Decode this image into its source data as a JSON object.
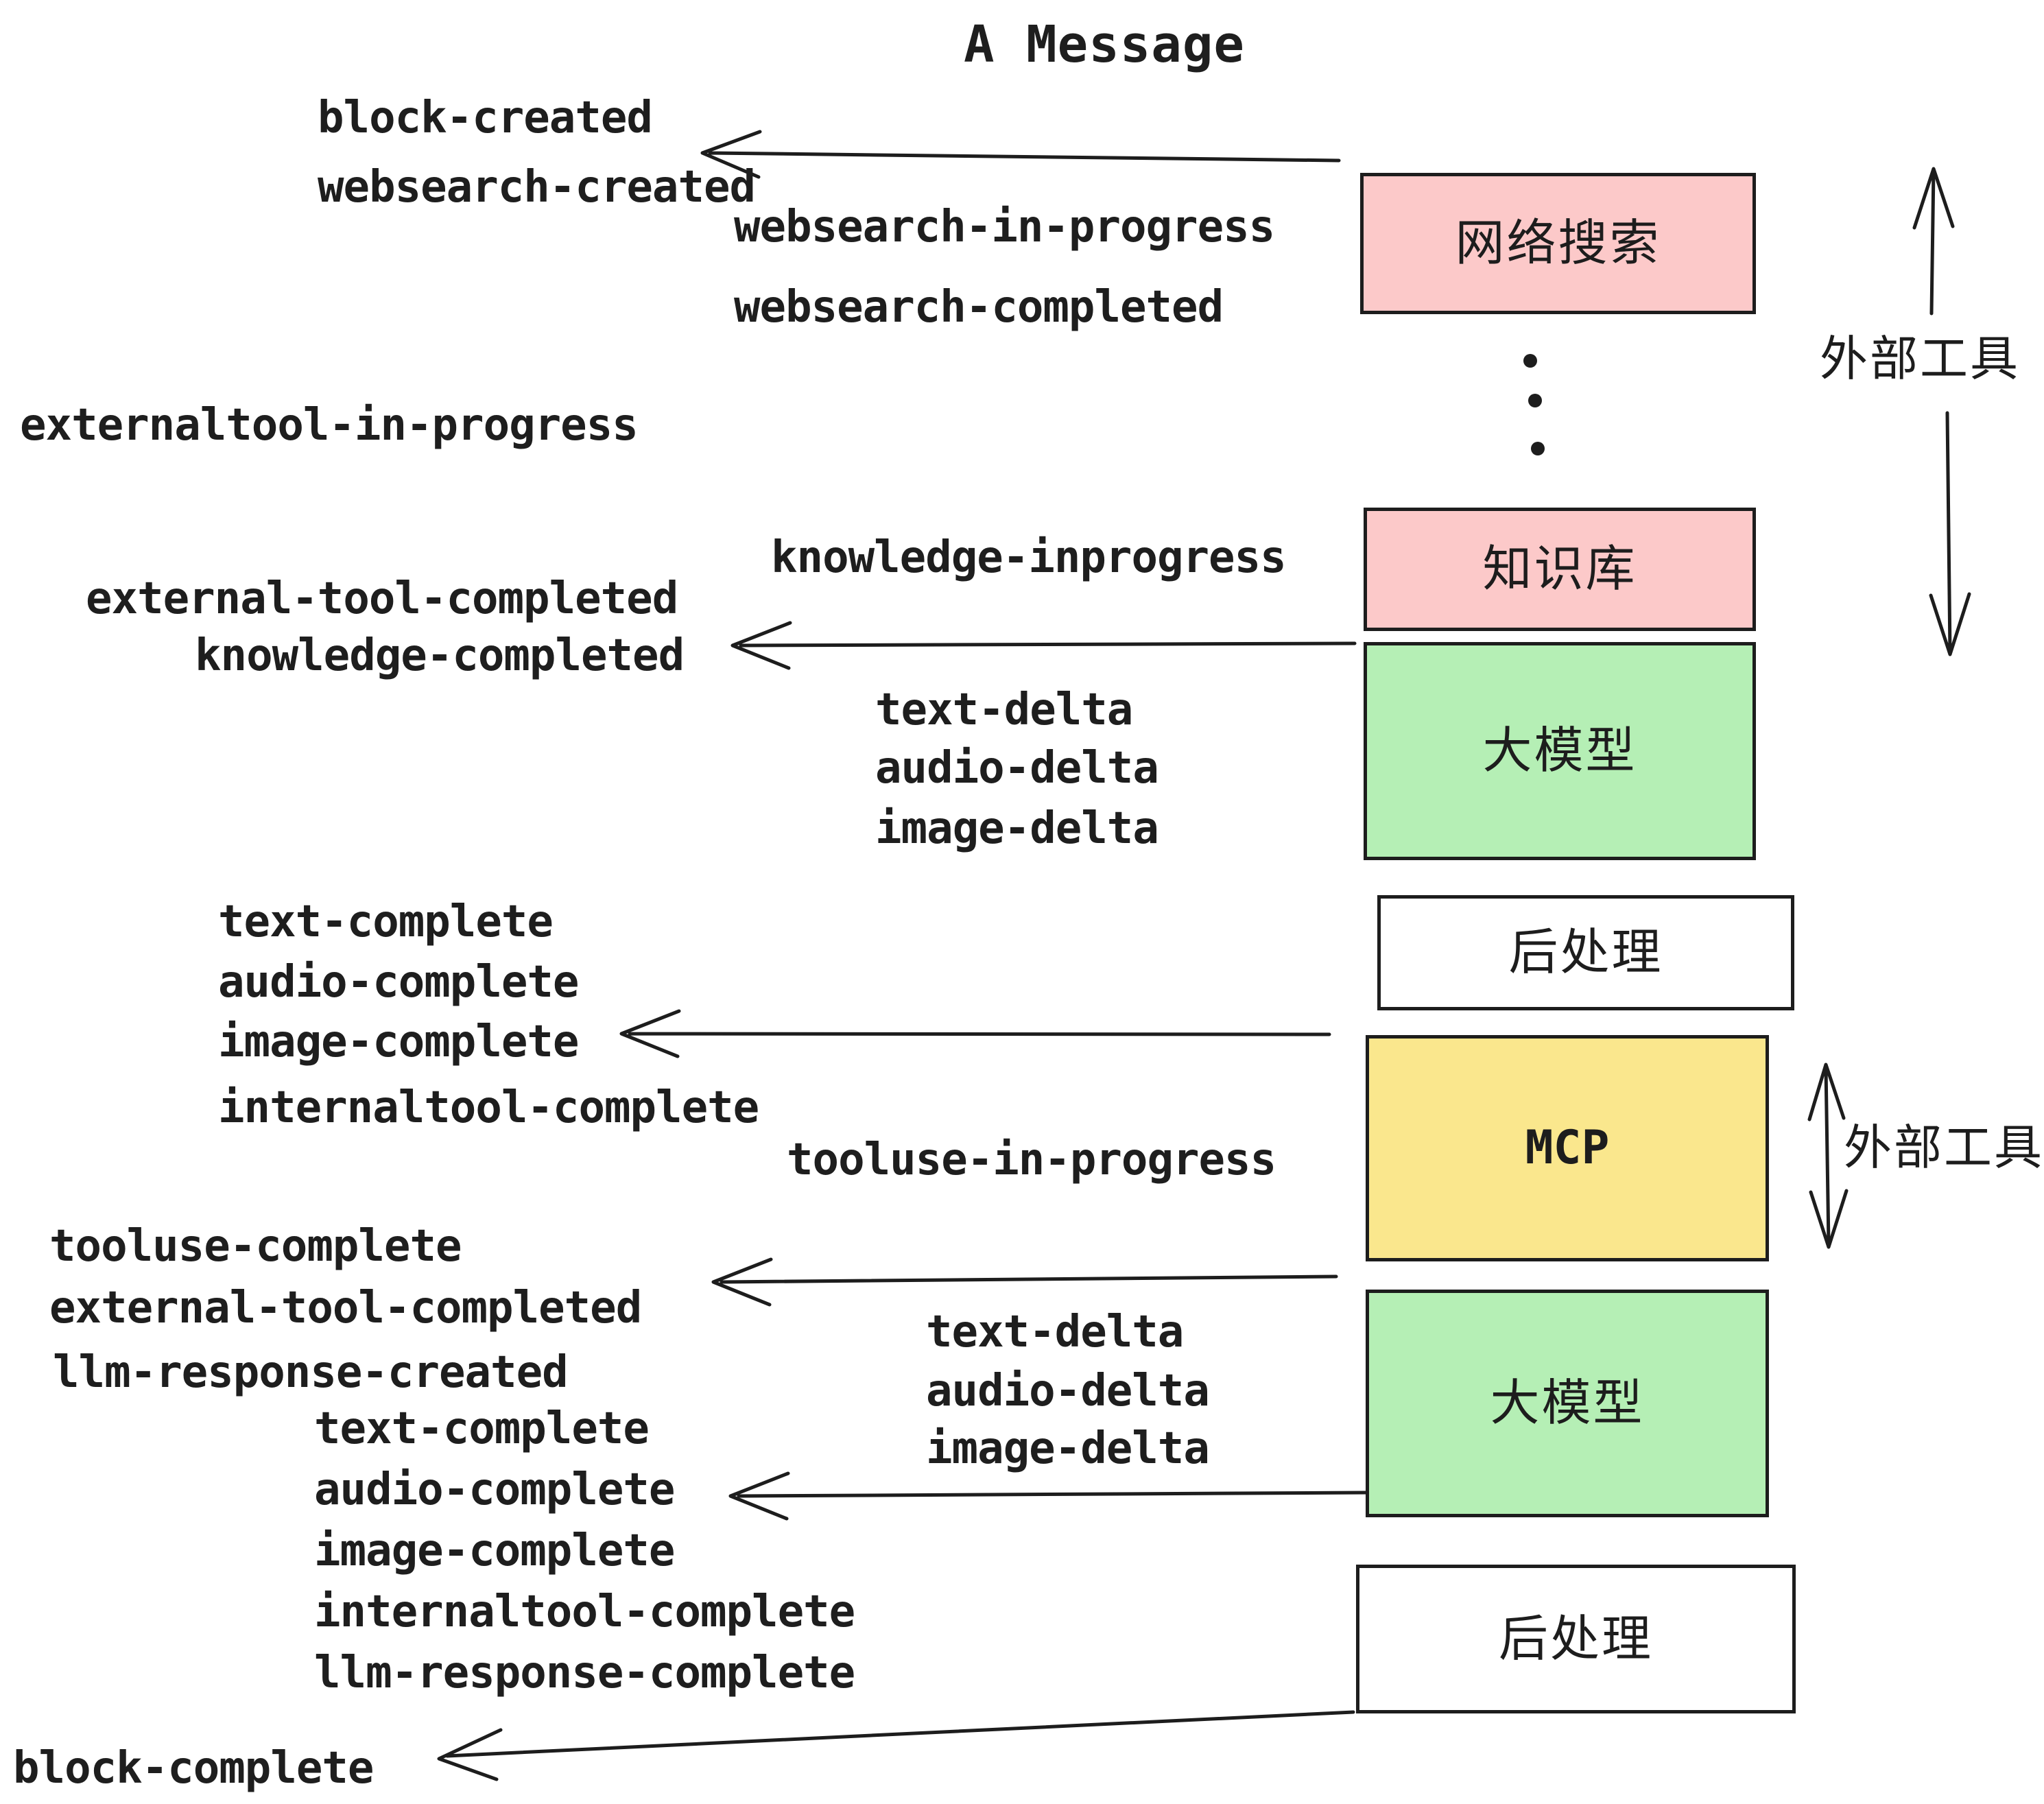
{
  "title": "A Message",
  "events": {
    "block_created": "block-created",
    "websearch_created": "websearch-created",
    "websearch_in_progress": "websearch-in-progress",
    "websearch_completed": "websearch-completed",
    "externaltool_in_progress": "externaltool-in-progress",
    "external_tool_completed": "external-tool-completed",
    "knowledge_completed": "knowledge-completed",
    "knowledge_inprogress": "knowledge-inprogress",
    "text_delta": "text-delta",
    "audio_delta": "audio-delta",
    "image_delta": "image-delta",
    "text_complete": "text-complete",
    "audio_complete": "audio-complete",
    "image_complete": "image-complete",
    "internaltool_complete": "internaltool-complete",
    "tooluse_in_progress": "tooluse-in-progress",
    "tooluse_complete": "tooluse-complete",
    "llm_response_created": "llm-response-created",
    "llm_response_complete": "llm-response-complete",
    "block_complete": "block-complete"
  },
  "boxes": {
    "websearch": {
      "label": "网络搜索",
      "fill": "#fcc9c9"
    },
    "knowledge": {
      "label": "知识库",
      "fill": "#fcc9c9"
    },
    "llm1": {
      "label": "大模型",
      "fill": "#b5efb5"
    },
    "post1": {
      "label": "后处理",
      "fill": "#ffffff"
    },
    "mcp": {
      "label": "MCP",
      "fill": "#fae78d"
    },
    "llm2": {
      "label": "大模型",
      "fill": "#b5efb5"
    },
    "post2": {
      "label": "后处理",
      "fill": "#ffffff"
    }
  },
  "side_labels": {
    "external_tools_top": "外部工具",
    "external_tools_mcp": "外部工具"
  },
  "colors": {
    "ink": "#1d1d1d",
    "background": "#ffffff",
    "pink": "#fcc9c9",
    "green": "#b5efb5",
    "yellow": "#fae78d"
  }
}
